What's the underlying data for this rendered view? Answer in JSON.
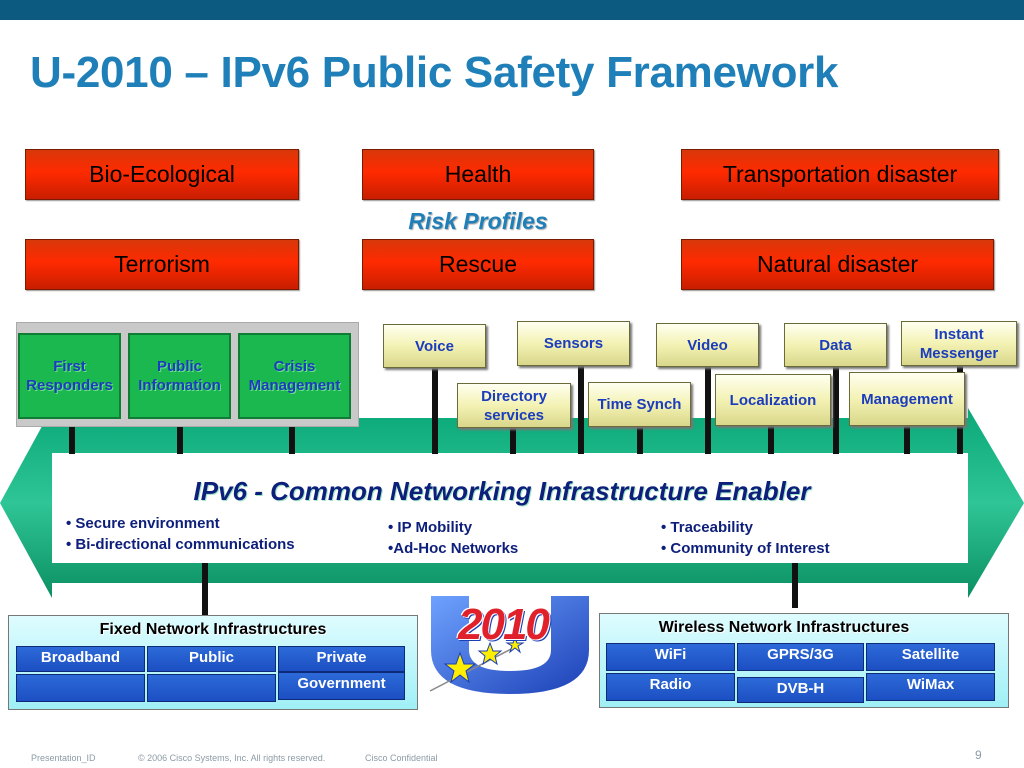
{
  "slide": {
    "title": "U-2010 – IPv6 Public Safety Framework",
    "page_number": "9",
    "footer": {
      "presentation_id": "Presentation_ID",
      "copyright": "© 2006 Cisco Systems, Inc. All rights reserved.",
      "confidential": "Cisco Confidential"
    }
  },
  "risk_profiles": {
    "label": "Risk Profiles",
    "items": [
      "Bio-Ecological",
      "Health",
      "Transportation disaster",
      "Terrorism",
      "Rescue",
      "Natural disaster"
    ]
  },
  "actors": [
    "First Responders",
    "Public Information",
    "Crisis Management"
  ],
  "services": {
    "voice": "Voice",
    "sensors": "Sensors",
    "video": "Video",
    "data": "Data",
    "instant_messenger": "Instant Messenger",
    "directory": "Directory services",
    "time_synch": "Time Synch",
    "localization": "Localization",
    "management": "Management"
  },
  "infrastructure": {
    "title": "IPv6 - Common Networking Infrastructure Enabler",
    "col1": [
      "• Secure environment",
      "• Bi-directional communications"
    ],
    "col2": [
      "• IP Mobility",
      "•Ad-Hoc Networks"
    ],
    "col3": [
      "• Traceability",
      "• Community of Interest"
    ]
  },
  "fixed": {
    "title": "Fixed Network Infrastructures",
    "cells": [
      "Broadband",
      "Public",
      "Private",
      "",
      "",
      "Government"
    ]
  },
  "wireless": {
    "title": "Wireless Network Infrastructures",
    "cells": [
      "WiFi",
      "GPRS/3G",
      "Satellite",
      "Radio",
      "DVB-H",
      "WiMax"
    ]
  },
  "logo": {
    "text": "2010",
    "letter": "U"
  },
  "colors": {
    "risk_red": "#ff2a00",
    "actor_green": "#1ab84e",
    "arrow_green": "#12a878",
    "title_blue": "#1f7fb8",
    "cell_blue": "#1c4fc3"
  }
}
